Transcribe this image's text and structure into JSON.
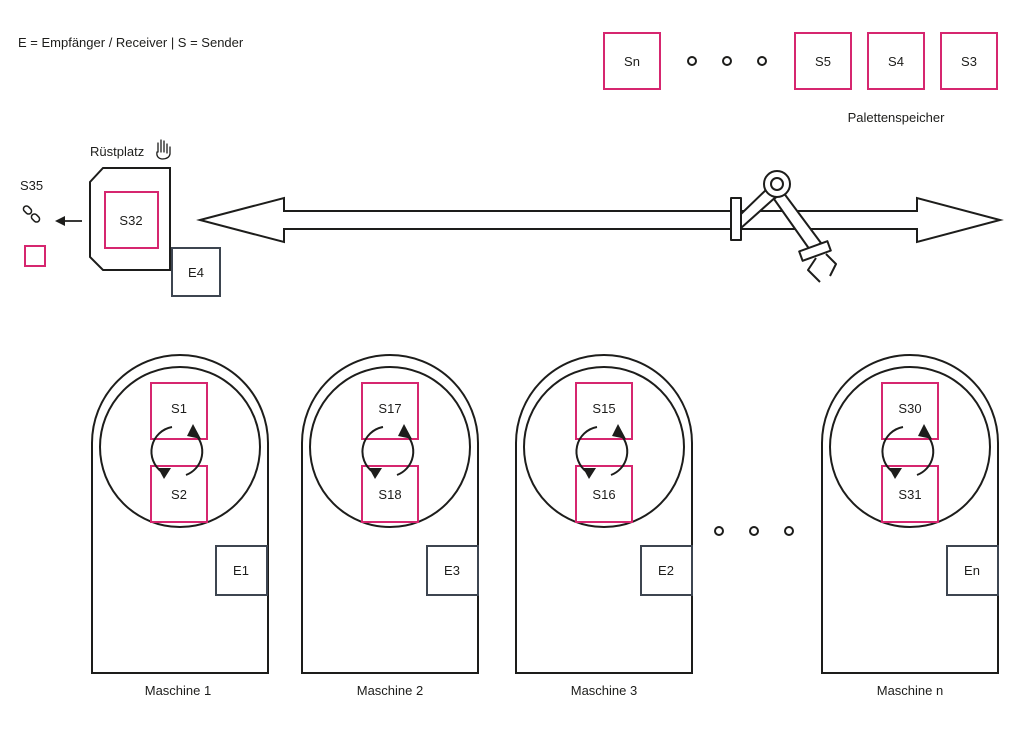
{
  "legend": "E = Empfänger / Receiver | S = Sender",
  "pallet_storage": {
    "label": "Palettenspeicher",
    "slots": [
      "Sn",
      "S5",
      "S4",
      "S3"
    ]
  },
  "setup_station": {
    "label": "Rüstplatz",
    "pallet": "S32",
    "receiver": "E4",
    "external_sender": "S35"
  },
  "machines": [
    {
      "name": "Maschine 1",
      "top": "S1",
      "bottom": "S2",
      "receiver": "E1"
    },
    {
      "name": "Maschine 2",
      "top": "S17",
      "bottom": "S18",
      "receiver": "E3"
    },
    {
      "name": "Maschine 3",
      "top": "S15",
      "bottom": "S16",
      "receiver": "E2"
    },
    {
      "name": "Maschine n",
      "top": "S30",
      "bottom": "S31",
      "receiver": "En"
    }
  ],
  "colors": {
    "sender": "#d6266f",
    "receiver": "#3d4550",
    "line": "#1d1d1b"
  },
  "icons": [
    "hand-icon",
    "link-icon",
    "robot-arm-icon",
    "cycle-arrows-icon"
  ]
}
